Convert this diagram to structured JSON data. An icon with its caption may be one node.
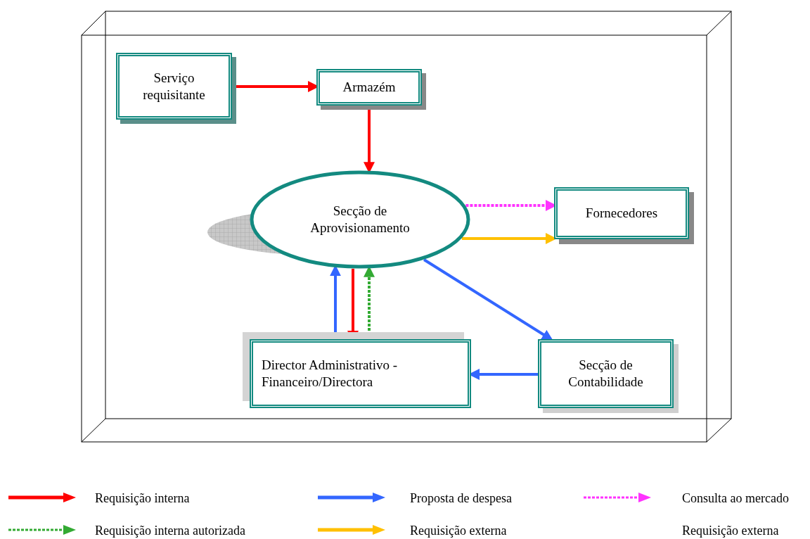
{
  "diagram": {
    "nodes": [
      {
        "text": [
          "Serviço requisitante"
        ]
      },
      {
        "text": [
          "Armazém"
        ]
      },
      {
        "text": [
          "Secção de Aprovisionamento"
        ]
      },
      {
        "text": [
          "Fornecedores"
        ]
      },
      {
        "text": [
          "Director Administrativo - Financeiro/Directora"
        ]
      },
      {
        "text": [
          "Secção de Contabilidade"
        ]
      }
    ],
    "edges": [
      {
        "from": 0,
        "to": 1,
        "arrow": "to",
        "color": "#ff0000"
      },
      {
        "from": 1,
        "to": 2,
        "arrow": "to",
        "color": "#ff0000"
      },
      {
        "from": 2,
        "to": 3,
        "arrow": "to",
        "style": "dashed",
        "color": "#ff33ff"
      },
      {
        "from": 2,
        "to": 3,
        "arrow": "to",
        "color": "#ffc000"
      },
      {
        "from": 2,
        "to": 5,
        "arrow": "to",
        "color": "#3366ff"
      },
      {
        "from": 5,
        "to": 4,
        "arrow": "to",
        "color": "#3366ff"
      },
      {
        "from": 4,
        "to": 2,
        "arrow": "to",
        "color": "#3366ff"
      },
      {
        "from": 2,
        "to": 4,
        "arrow": "to",
        "color": "#ff0000"
      },
      {
        "from": 4,
        "to": 2,
        "arrow": "to",
        "style": "dashed",
        "color": "#33aa33"
      }
    ],
    "legend": [
      {
        "text": "Requisição interna",
        "color": "#ff0000"
      },
      {
        "text": "Proposta de despesa",
        "color": "#3366ff"
      },
      {
        "text": "Consulta ao mercado",
        "color": "#ff33ff"
      },
      {
        "text": "Requisição interna autorizada",
        "color": "#33aa33"
      },
      {
        "text": "Requisição externa",
        "color": "#ffc000"
      },
      {
        "text": "Requisição externa"
      }
    ]
  }
}
